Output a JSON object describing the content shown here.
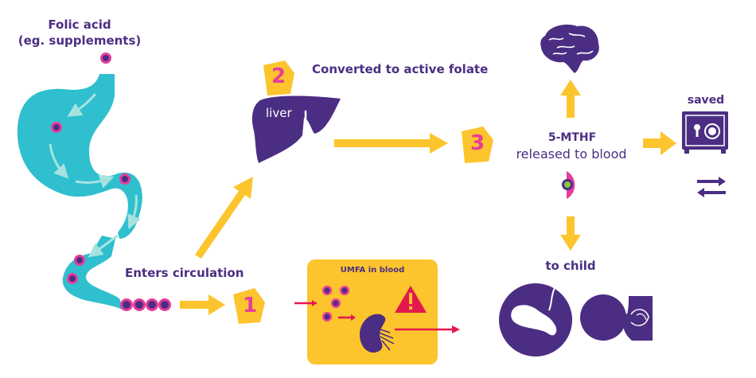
{
  "colors": {
    "purple": "#4b2e83",
    "teal": "#2fbfcf",
    "teal_arrow": "#a6e3e0",
    "yellow": "#fcc42d",
    "magenta": "#e63c9a",
    "red": "#e4184f",
    "green": "#8dc63f",
    "white": "#ffffff"
  },
  "labels": {
    "folic_acid_line1": "Folic acid",
    "folic_acid_line2": "(eg. supplements)",
    "converted": "Converted to active folate",
    "liver": "liver",
    "mthf": "5-MTHF",
    "released": "released to blood",
    "saved": "saved",
    "enters_circulation": "Enters circulation",
    "umfa": "UMFA in blood",
    "to_child": "to child"
  },
  "steps": [
    {
      "number": "1"
    },
    {
      "number": "2"
    },
    {
      "number": "3"
    }
  ],
  "icons": {
    "stomach": "stomach-intestine-icon",
    "liver": "liver-icon",
    "brain": "brain-icon",
    "safe": "safe-icon",
    "exchange": "exchange-arrows-icon",
    "cell": "folate-cell-icon",
    "kidney": "kidney-icon",
    "warning": "warning-icon",
    "fetus": "fetus-icon",
    "breastfeeding": "breastfeeding-icon"
  }
}
